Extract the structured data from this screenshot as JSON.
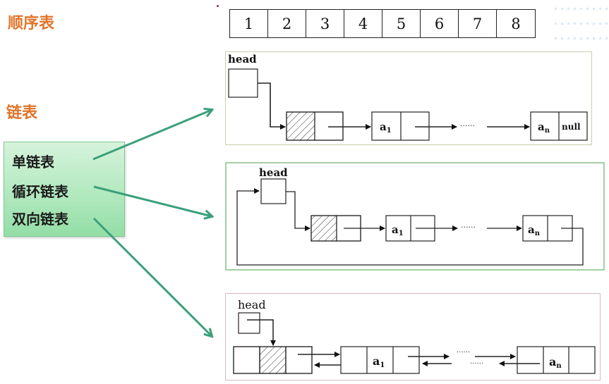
{
  "sequential_list": {
    "title": "顺序表",
    "cells": [
      "1",
      "2",
      "3",
      "4",
      "5",
      "6",
      "7",
      "8"
    ]
  },
  "linked_list": {
    "title": "链表",
    "types": [
      "单链表",
      "循环链表",
      "双向链表"
    ]
  },
  "diagrams": {
    "single": {
      "head_label": "head",
      "first_node": "a",
      "first_sub": "1",
      "last_node": "a",
      "last_sub": "n",
      "null_label": "null",
      "ellipsis": "······"
    },
    "circular": {
      "head_label": "head",
      "first_node": "a",
      "first_sub": "1",
      "last_node": "a",
      "last_sub": "n",
      "ellipsis": "······"
    },
    "double": {
      "head_label": "head",
      "first_node": "a",
      "first_sub": "1",
      "last_node": "a",
      "last_sub": "n",
      "ellipsis": "······"
    }
  },
  "colors": {
    "title": "#e0742a",
    "arrow": "#3aa07a",
    "box_fill": "#b9ebc4"
  }
}
